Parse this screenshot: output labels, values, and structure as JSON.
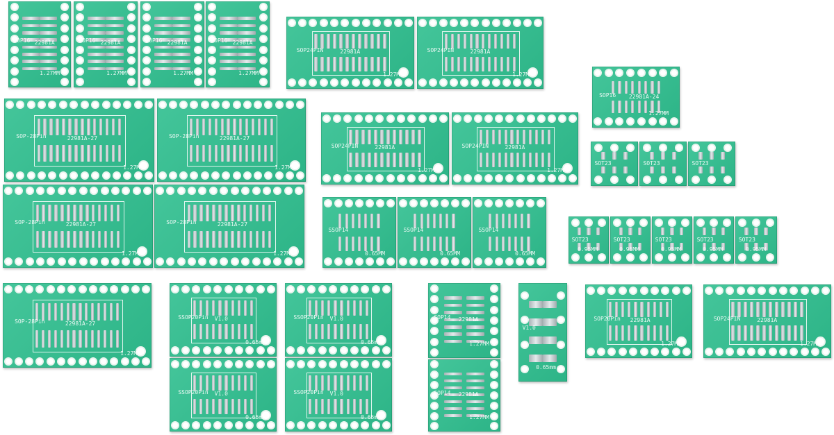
{
  "boards": [
    {
      "id": "sop16-a",
      "label": "SOP16",
      "sub": "22981A",
      "pitch": "1.27MM",
      "rows": 8,
      "hx": 8,
      "hy": 0
    },
    {
      "id": "sop16-b",
      "label": "SOP16",
      "sub": "22981A",
      "pitch": "1.27MM",
      "rows": 8,
      "hx": 8,
      "hy": 0
    },
    {
      "id": "sop16-c",
      "label": "SOP16",
      "sub": "22981A",
      "pitch": "1.27MM",
      "rows": 8,
      "hx": 8,
      "hy": 0
    },
    {
      "id": "sop16-d",
      "label": "SOP16",
      "sub": "22981A",
      "pitch": "1.27MM",
      "rows": 8,
      "hx": 8,
      "hy": 0
    },
    {
      "id": "sop24-a",
      "label": "SOP24PIN",
      "sub": "22981A",
      "pitch": "1.27MM",
      "rows": 12
    },
    {
      "id": "sop24-b",
      "label": "SOP24PIN",
      "sub": "22981A",
      "pitch": "1.27MM",
      "rows": 12
    },
    {
      "id": "sop16-e",
      "label": "SOP16",
      "sub": "22981A-24",
      "pitch": "1.27MM",
      "rows": 8
    },
    {
      "id": "sop28-a",
      "label": "SOP-28Pin",
      "sub": "22981A-27",
      "pitch": "1.27MM",
      "rows": 14
    },
    {
      "id": "sop28-b",
      "label": "SOP-28Pin",
      "sub": "22981A-27",
      "pitch": "1.27MM",
      "rows": 14
    },
    {
      "id": "sop24-c",
      "label": "SOP24PIN",
      "sub": "22981A",
      "pitch": "1.27MM",
      "rows": 12
    },
    {
      "id": "sop24-d",
      "label": "SOP24PIN",
      "sub": "22981A",
      "pitch": "1.27MM",
      "rows": 12
    },
    {
      "id": "sot-a",
      "label": "SOT23",
      "sub": "",
      "pitch": "",
      "rows": 3
    },
    {
      "id": "sot-b",
      "label": "SOT23",
      "sub": "",
      "pitch": "",
      "rows": 3
    },
    {
      "id": "sot-c",
      "label": "SOT23",
      "sub": "",
      "pitch": "",
      "rows": 3
    },
    {
      "id": "sop28-c",
      "label": "SOP-28Pin",
      "sub": "22981A-27",
      "pitch": "1.27MM",
      "rows": 14
    },
    {
      "id": "sop28-d",
      "label": "SOP-28Pin",
      "sub": "22981A-27",
      "pitch": "1.27MM",
      "rows": 14
    },
    {
      "id": "ssop14-a",
      "label": "SSOP14",
      "sub": "",
      "pitch": "0.65MM",
      "rows": 7
    },
    {
      "id": "ssop14-b",
      "label": "SSOP14",
      "sub": "",
      "pitch": "0.65MM",
      "rows": 7
    },
    {
      "id": "ssop14-c",
      "label": "SSOP14",
      "sub": "",
      "pitch": "0.65MM",
      "rows": 7
    },
    {
      "id": "sot23-a",
      "label": "SOT23",
      "sub": "",
      "pitch": "0.95MM",
      "rows": 3
    },
    {
      "id": "sot23-b",
      "label": "SOT23",
      "sub": "",
      "pitch": "0.95MM",
      "rows": 3
    },
    {
      "id": "sot23-c",
      "label": "SOT23",
      "sub": "",
      "pitch": "0.95MM",
      "rows": 3
    },
    {
      "id": "sot23-d",
      "label": "SOT23",
      "sub": "",
      "pitch": "0.95MM",
      "rows": 3
    },
    {
      "id": "sot23-e",
      "label": "SOT23",
      "sub": "",
      "pitch": "0.95MM",
      "rows": 3
    },
    {
      "id": "sop28-e",
      "label": "SOP-28Pin",
      "sub": "22981A-27",
      "pitch": "1.27MM",
      "rows": 14
    },
    {
      "id": "ssop20-a",
      "label": "SSOP20Pin",
      "sub": "V1.0",
      "pitch": "0.65mm",
      "rows": 10
    },
    {
      "id": "ssop20-b",
      "label": "SSOP20Pin",
      "sub": "V1.0",
      "pitch": "0.65mm",
      "rows": 10
    },
    {
      "id": "ssop20-c",
      "label": "SSOP20Pin",
      "sub": "V1.0",
      "pitch": "0.65mm",
      "rows": 10
    },
    {
      "id": "ssop20-d",
      "label": "SSOP20Pin",
      "sub": "V1.0",
      "pitch": "0.65mm",
      "rows": 10
    },
    {
      "id": "sop14-a",
      "label": "SOP14",
      "sub": "22981A",
      "pitch": "1.27MM",
      "rows": 7
    },
    {
      "id": "sop14-b",
      "label": "SOP14",
      "sub": "22981A",
      "pitch": "1.27MM",
      "rows": 7
    },
    {
      "id": "msop-a",
      "label": "V1.0",
      "sub": "",
      "pitch": "0.65mm",
      "rows": 4
    },
    {
      "id": "sop20-a",
      "label": "SOP20Pin",
      "sub": "22981A",
      "pitch": "1.27MM",
      "rows": 10
    },
    {
      "id": "sop24-e",
      "label": "SOP24PIN",
      "sub": "22981A",
      "pitch": "1.27MM",
      "rows": 12
    }
  ],
  "colors": {
    "pcb": "#2fbf8f",
    "pad": "#c9d1d4",
    "background": "#ffffff"
  }
}
